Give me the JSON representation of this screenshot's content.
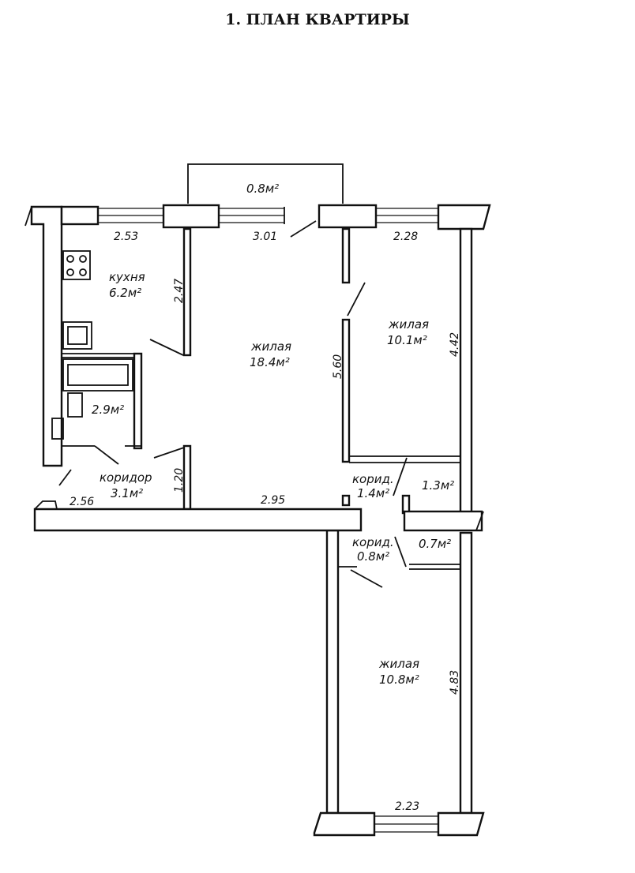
{
  "title": "1. ПЛАН КВАРТИРЫ",
  "rooms": {
    "kitchen": {
      "name": "кухня",
      "area": "6.2м²"
    },
    "living_main": {
      "name": "жилая",
      "area": "18.4м²"
    },
    "living_right": {
      "name": "жилая",
      "area": "10.1м²"
    },
    "living_bottom": {
      "name": "жилая",
      "area": "10.8м²"
    },
    "bathroom": {
      "area": "2.9м²"
    },
    "corridor_main": {
      "name": "коридор",
      "area": "3.1м²"
    },
    "corridor_small": {
      "name": "корид.",
      "area": "1.4м²"
    },
    "corridor_lower": {
      "name": "корид.",
      "area": "0.8м²"
    },
    "closet_upper": {
      "area": "1.3м²"
    },
    "closet_lower": {
      "area": "0.7м²"
    },
    "balcony": {
      "area": "0.8м²"
    }
  },
  "dimensions": {
    "d253": "2.53",
    "d301": "3.01",
    "d228": "2.28",
    "d247": "2.47",
    "d560": "5.60",
    "d442": "4.42",
    "d120": "1.20",
    "d295": "2.95",
    "d256": "2.56",
    "d483": "4.83",
    "d223": "2.23"
  }
}
